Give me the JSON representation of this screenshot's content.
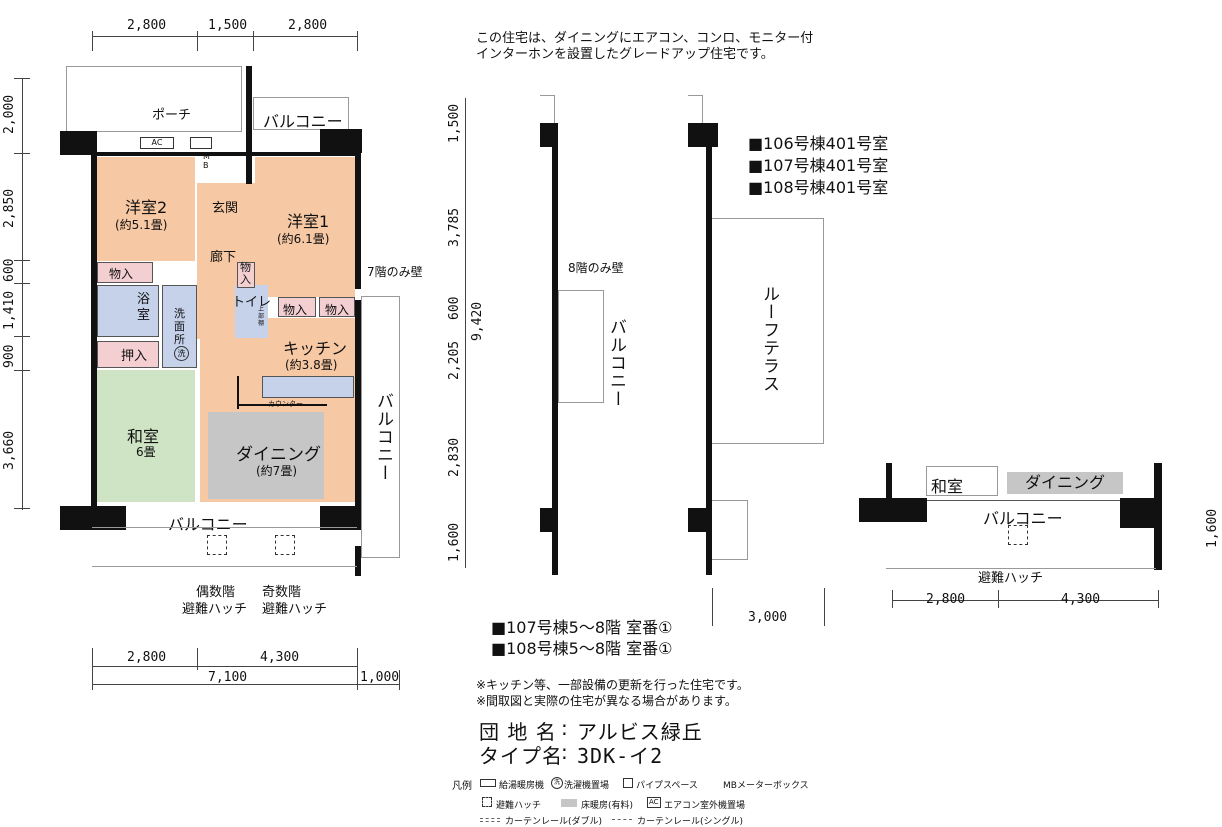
{
  "description_top": [
    "この住宅は、ダイニングにエアコン、コンロ、モニター付",
    "インターホンを設置したグレードアップ住宅です。"
  ],
  "dims_top": [
    "2,800",
    "1,500",
    "2,800"
  ],
  "dims_left": [
    "2,000",
    "2,850",
    "1,410",
    "600",
    "900",
    "3,660"
  ],
  "dims_bottom": [
    "2,800",
    "4,300",
    "7,100",
    "1,000"
  ],
  "rooms": {
    "porch": "ポーチ",
    "balcony_top": "バルコニー",
    "western2": "洋室2",
    "western2_size": "(約5.1畳)",
    "entrance": "玄関",
    "western1": "洋室1",
    "western1_size": "(約6.1畳)",
    "corridor": "廊下",
    "closet": "物入",
    "closet_small": "物\n入",
    "toilet": "トイレ",
    "bath": "浴\n室",
    "washroom": "洗\n面\n所",
    "wash_mark": "洗",
    "oshiire": "押入",
    "kitchen": "キッチン",
    "kitchen_size": "(約3.8畳)",
    "counter": "カウンター",
    "washitsu": "和室",
    "washitsu_size": "6畳",
    "dining": "ダイニング",
    "dining_size": "(約7畳)",
    "balcony_bottom": "バルコニー",
    "balcony_right": "バルコニー",
    "ac": "AC",
    "mb": "M\nB",
    "tank": "上\n部\n棚",
    "wall_7f": "7階のみ壁"
  },
  "hatch": {
    "even": [
      "偶数階",
      "避難ハッチ"
    ],
    "odd": [
      "奇数階",
      "避難ハッチ"
    ]
  },
  "section": {
    "dims": [
      "1,500",
      "3,785",
      "600",
      "9,420",
      "2,205",
      "2,830",
      "1,600"
    ],
    "wall_8f": "8階のみ壁",
    "balcony": "バルコニー",
    "roof_terrace": "ルーフテラス",
    "dim_3000": "3,000"
  },
  "buildings_a": [
    "■106号棟401号室",
    "■107号棟401号室",
    "■108号棟401号室"
  ],
  "buildings_b": [
    "■107号棟5～8階 室番①",
    "■108号棟5～8階 室番①"
  ],
  "elevation": {
    "washitsu": "和室",
    "dining": "ダイニング",
    "balcony": "バルコニー",
    "hatch": "避難ハッチ",
    "dims": [
      "2,800",
      "4,300"
    ],
    "dim_side": "1,600"
  },
  "notes": [
    "※キッチン等、一部設備の更新を行った住宅です。",
    "※間取図と実際の住宅が異なる場合があります。"
  ],
  "complex": {
    "label": "団 地 名",
    "value": "アルビス緑丘"
  },
  "type": {
    "label": "タイプ名",
    "value": "3DK-イ2"
  },
  "legend": {
    "title": "凡例",
    "row1": [
      "給湯暖房機",
      "洗濯機置場",
      "パイプスペース",
      "MBメーターボックス"
    ],
    "row2": [
      "避難ハッチ",
      "床暖房(有料)",
      "エアコン室外機置場"
    ],
    "row3": [
      "カーテンレール(ダブル)",
      "カーテンレール(シングル)"
    ],
    "wash_mark": "洗",
    "ac_mark": "AC"
  },
  "colors": {
    "western": "#F7C8A4",
    "washitsu": "#CFE4C4",
    "bath": "#C5D2EA",
    "closet": "#F4CFD2",
    "dining_floor": "#C6C6C6",
    "wall": "#111111"
  }
}
